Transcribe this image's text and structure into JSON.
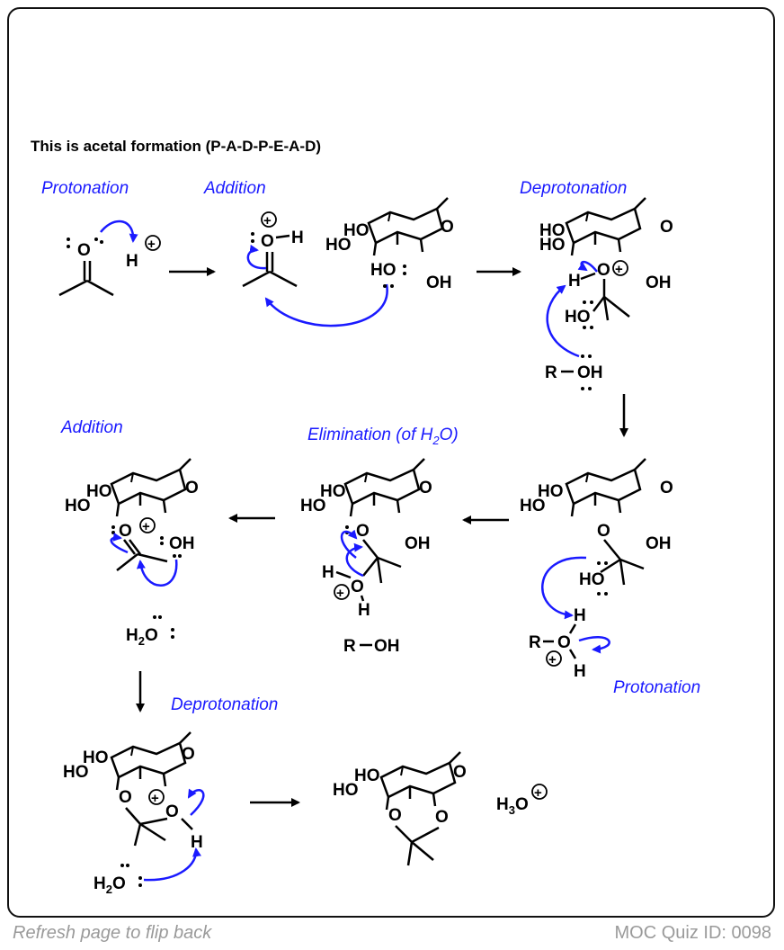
{
  "title": "This is acetal formation (P-A-D-P-E-A-D)",
  "step_labels": {
    "protonation_1": "Protonation",
    "addition_1": "Addition",
    "deprotonation_1": "Deprotonation",
    "addition_2": "Addition",
    "elimination": "Elimination (of H",
    "elimination_sub": "2",
    "elimination_end": "O)",
    "protonation_2": "Protonation",
    "deprotonation_2": "Deprotonation"
  },
  "atoms": {
    "O": "O",
    "H": "H",
    "HO": "HO",
    "OH": "OH",
    "R": "R",
    "H3O_H": "H",
    "H3O_3": "3",
    "H3O_O": "O",
    "H2O_H": "H",
    "H2O_2": "2",
    "H2O_O": "O",
    "dash": "–"
  },
  "colors": {
    "arrow_blue": "#1a1aff",
    "bond": "#000000",
    "footer": "#9a9a9a"
  },
  "footer": {
    "hint": "Refresh page to flip back",
    "quiz_id": "MOC Quiz ID: 0098"
  }
}
